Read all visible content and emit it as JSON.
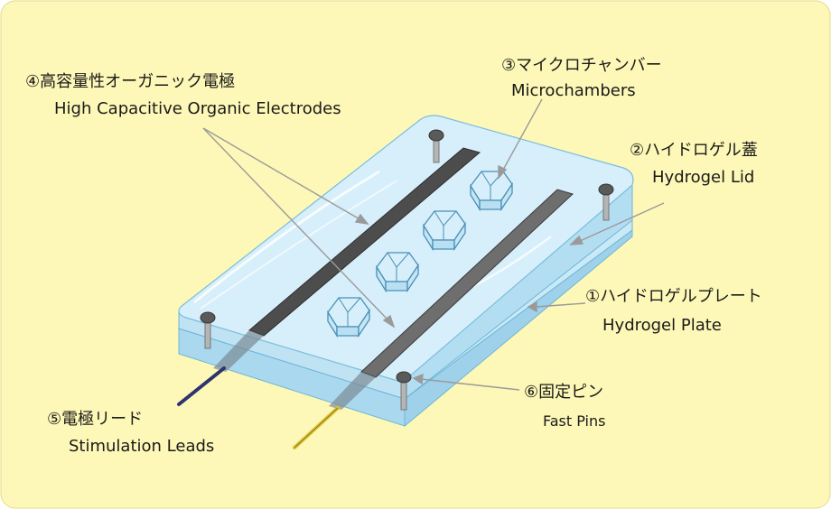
{
  "labels": {
    "electrodes_jp": "④高容量性オーガニック電極",
    "electrodes_en": "High Capacitive Organic Electrodes",
    "microchambers_jp": "③マイクロチャンバー",
    "microchambers_en": "Microchambers",
    "lid_jp": "②ハイドロゲル蓋",
    "lid_en": "Hydrogel Lid",
    "plate_jp": "①ハイドロゲルプレート",
    "plate_en": "Hydrogel Plate",
    "pins_jp": "⑥固定ピン",
    "pins_en": "Fast Pins",
    "leads_jp": "⑤電極リード",
    "leads_en": "Stimulation Leads"
  },
  "colors": {
    "background": "#fdf8b7",
    "hydrogel": "#bfe3f3",
    "hydrogel_edge": "#6fb6d8",
    "electrode": "#505050",
    "lead_left": "#2c3470",
    "lead_right": "#d9c23a"
  }
}
